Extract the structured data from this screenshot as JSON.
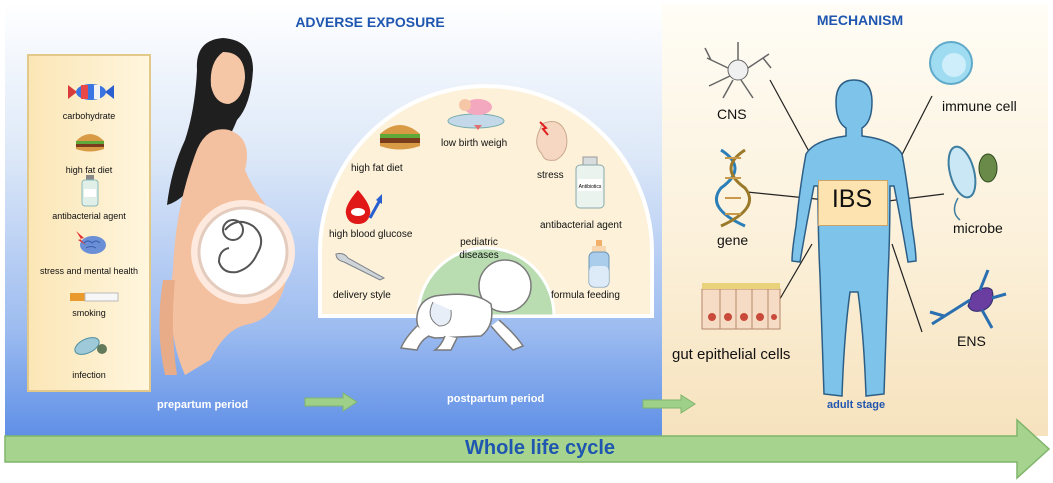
{
  "headers": {
    "adverse": "ADVERSE EXPOSURE",
    "mechanism": "MECHANISM"
  },
  "prepartum_factors": [
    "carbohydrate",
    "high fat diet",
    "antibacterial agent",
    "stress and mental health",
    "smoking",
    "infection"
  ],
  "postpartum_factors": {
    "low_birth_weight": "low birth weigh",
    "high_fat_diet": "high fat diet",
    "stress": "stress",
    "high_blood_glucose": "high blood glucose",
    "antibacterial_agent": "antibacterial agent",
    "delivery_style": "delivery style",
    "formula_feeding": "formula feeding",
    "pediatric_diseases": "pediatric diseases",
    "bottle_label": "Antibiotics"
  },
  "periods": {
    "prepartum": "prepartum period",
    "postpartum": "postpartum period",
    "adult": "adult stage"
  },
  "mechanism": {
    "center": "IBS",
    "cns": "CNS",
    "gene": "gene",
    "gut": "gut epithelial cells",
    "immune": "immune cell",
    "microbe": "microbe",
    "ens": "ENS"
  },
  "footer": {
    "life_cycle": "Whole life cycle"
  },
  "colors": {
    "accent": "#1f56b0",
    "arrow": "#9fd08a",
    "body": "#7ec4ea"
  }
}
